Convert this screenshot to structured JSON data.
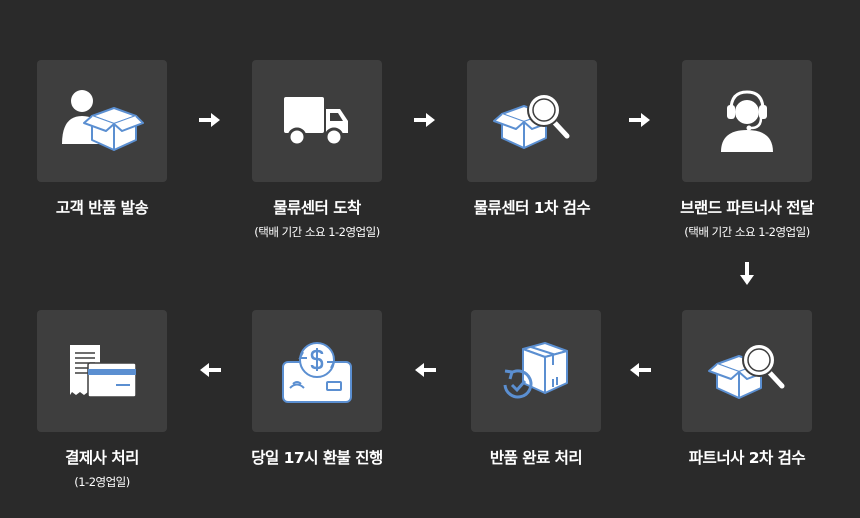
{
  "steps": [
    {
      "label": "고객 반품 발송",
      "sub": "",
      "icon": "customer-box-icon"
    },
    {
      "label": "물류센터 도착",
      "sub": "(택배 기간 소요 1-2영업일)",
      "icon": "truck-icon"
    },
    {
      "label": "물류센터 1차 검수",
      "sub": "",
      "icon": "box-magnifier-icon"
    },
    {
      "label": "브랜드 파트너사 전달",
      "sub": "(택배 기간 소요 1-2영업일)",
      "icon": "headset-agent-icon"
    },
    {
      "label": "파트너사 2차 검수",
      "sub": "",
      "icon": "box-magnifier-icon"
    },
    {
      "label": "반품 완료 처리",
      "sub": "",
      "icon": "box-check-icon"
    },
    {
      "label": "당일 17시 환불 진행",
      "sub": "",
      "icon": "refund-card-icon"
    },
    {
      "label": "결제사 처리",
      "sub": "(1-2영업일)",
      "icon": "receipt-card-icon"
    }
  ],
  "colors": {
    "background": "#2a2a2a",
    "box": "#3e3e3e",
    "icon_blue": "#5b8fd1",
    "text": "#ffffff"
  }
}
